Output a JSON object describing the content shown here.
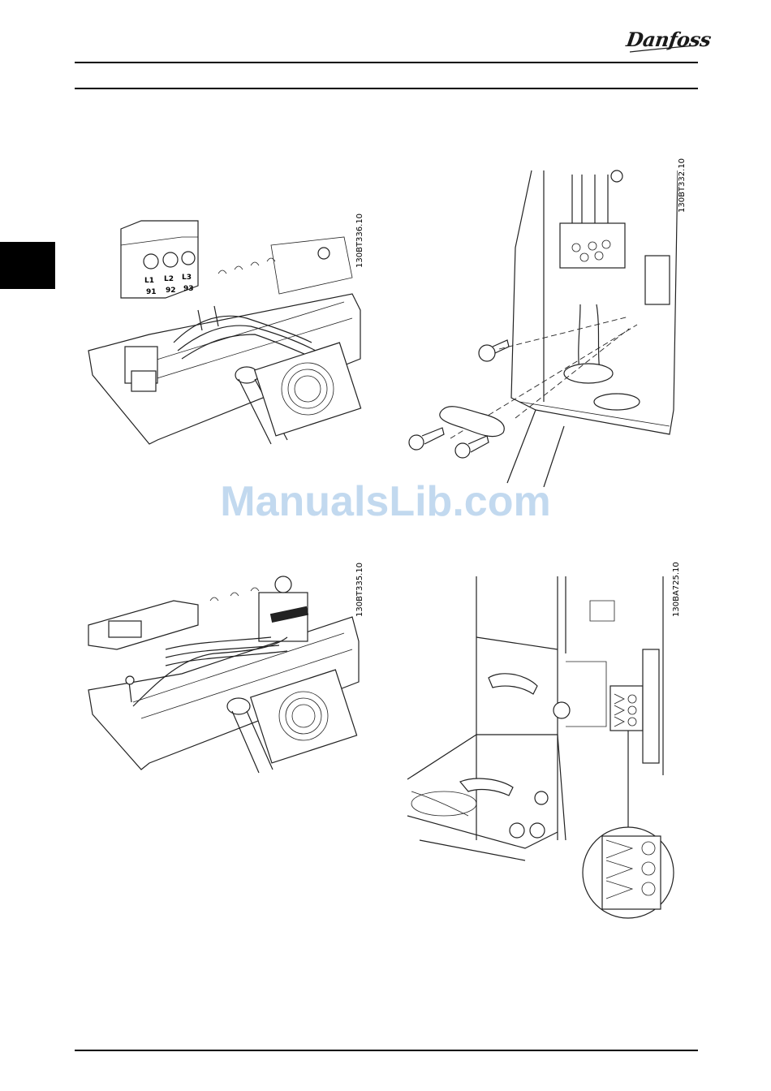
{
  "header": {
    "brand": "Danfoss"
  },
  "figures": [
    {
      "code": "130BT336.10",
      "terminal_labels": [
        "L1",
        "L2",
        "L3"
      ],
      "terminal_numbers": [
        "91",
        "92",
        "93"
      ]
    },
    {
      "code": "130BT332.10"
    },
    {
      "code": "130BT335.10"
    },
    {
      "code": "130BA725.10"
    }
  ],
  "watermark": "ManualsLib.com",
  "colors": {
    "rule": "#000000",
    "watermark": "#78aadc"
  }
}
